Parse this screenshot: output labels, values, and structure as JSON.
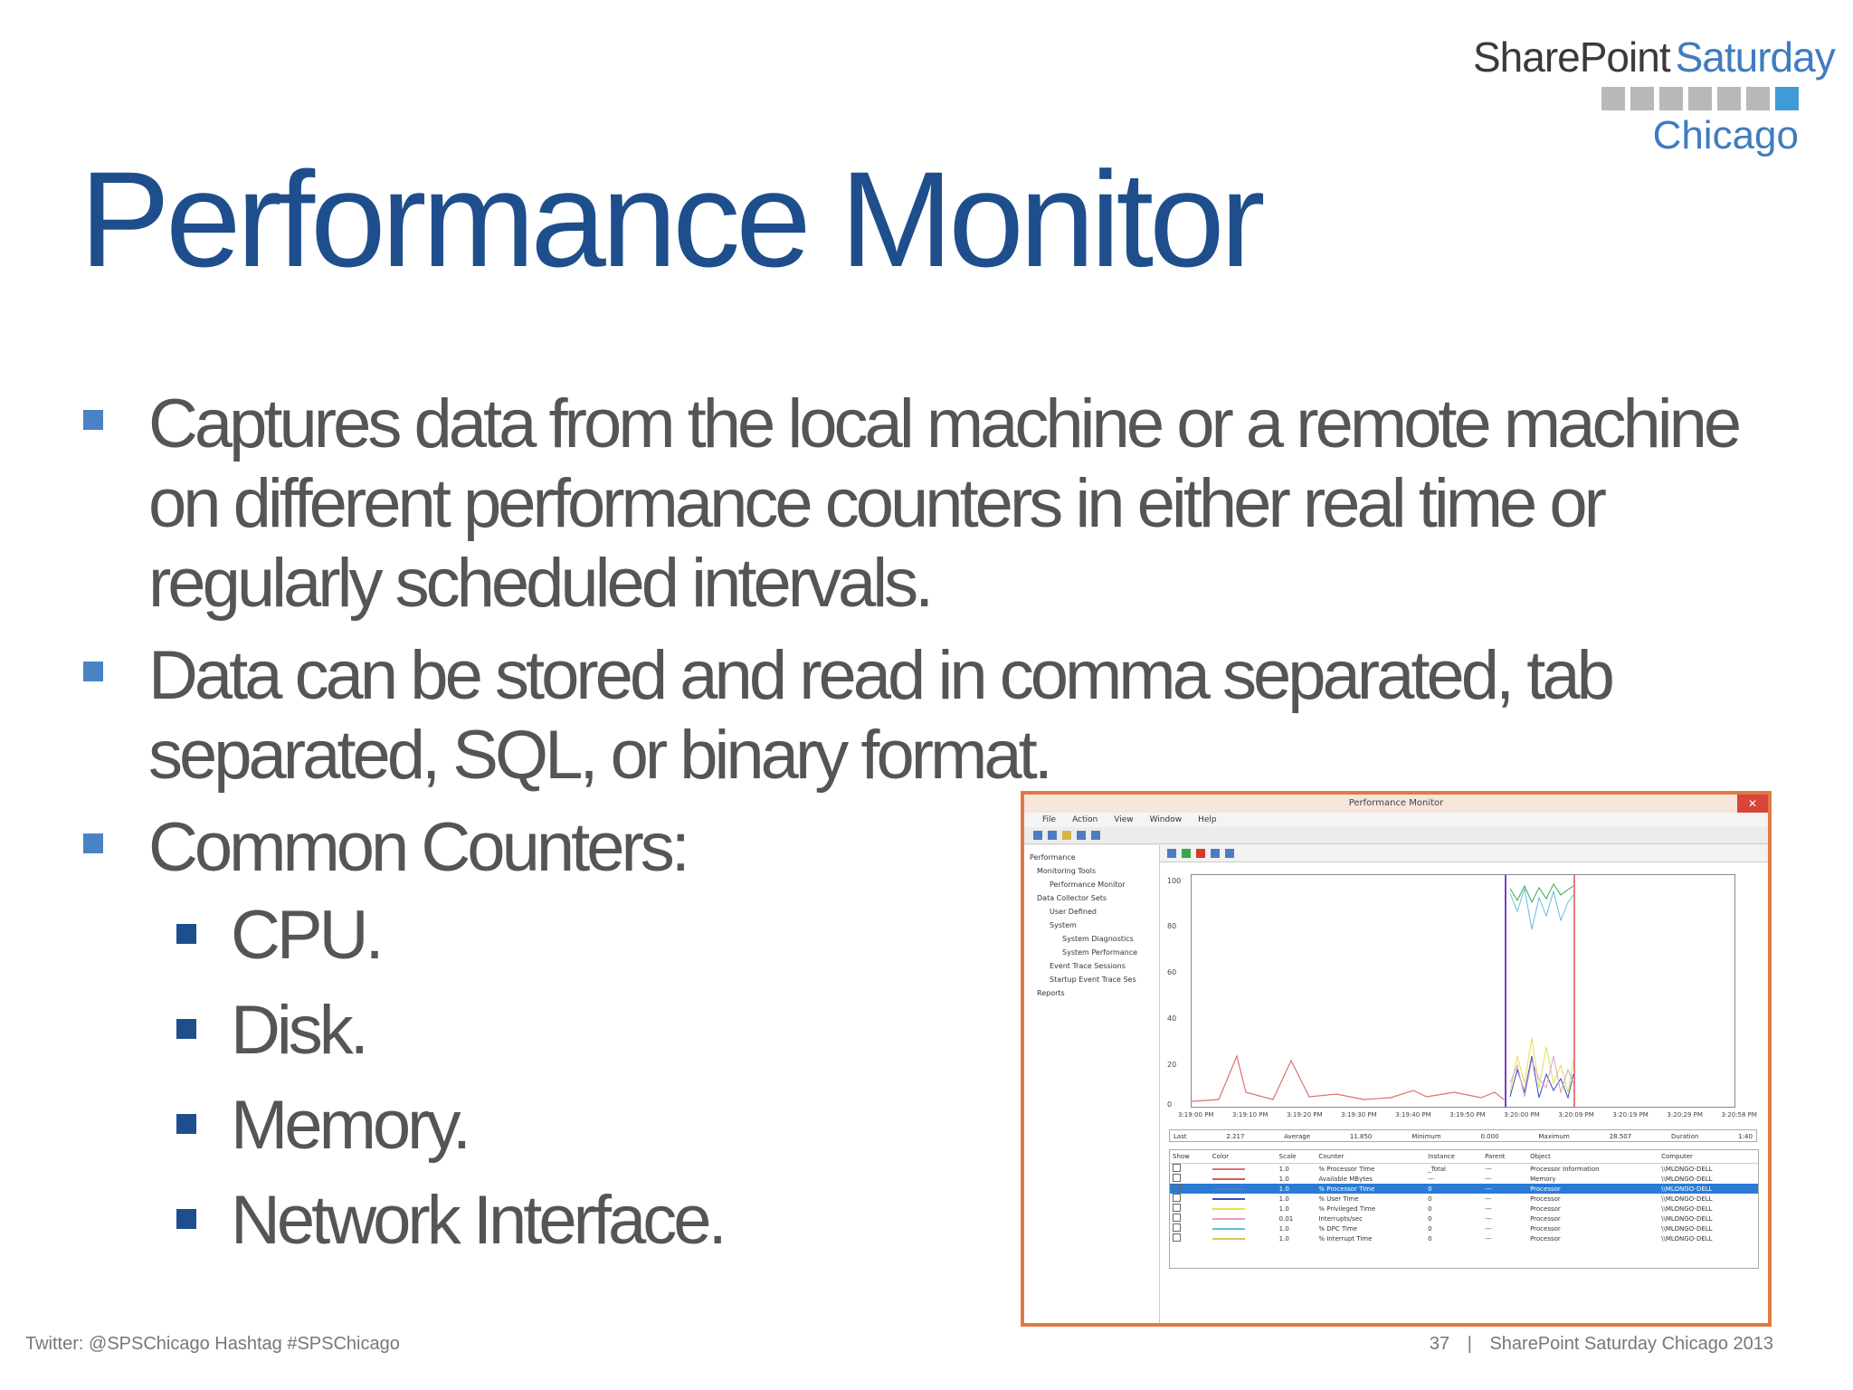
{
  "logo": {
    "line1_a": "SharePoint",
    "line1_b": "Saturday",
    "line2": "Chicago",
    "colors": {
      "gray": "#b8b8b8",
      "blue": "#3f9bd6",
      "text_blue": "#3f7cc0"
    }
  },
  "title": "Performance Monitor",
  "bullets": [
    {
      "level": 1,
      "text": "Captures data from the local machine or a remote machine on different performance counters in either real time or regularly scheduled intervals."
    },
    {
      "level": 1,
      "text": "Data can be stored and read in comma separated, tab separated, SQL, or binary format."
    },
    {
      "level": 1,
      "text": "Common Counters:"
    },
    {
      "level": 2,
      "text": "CPU."
    },
    {
      "level": 2,
      "text": "Disk."
    },
    {
      "level": 2,
      "text": "Memory."
    },
    {
      "level": 2,
      "text": "Network Interface."
    }
  ],
  "screenshot": {
    "window_title": "Performance Monitor",
    "menu": [
      "File",
      "Action",
      "View",
      "Window",
      "Help"
    ],
    "tree": [
      "Performance",
      "Monitoring Tools",
      "Performance Monitor",
      "Data Collector Sets",
      "User Defined",
      "System",
      "System Diagnostics",
      "System Performance",
      "Event Trace Sessions",
      "Startup Event Trace Ses",
      "Reports"
    ],
    "y_ticks": [
      "100",
      "80",
      "60",
      "40",
      "20",
      "0"
    ],
    "x_ticks": [
      "3:19:00 PM",
      "3:19:10 PM",
      "3:19:20 PM",
      "3:19:30 PM",
      "3:19:40 PM",
      "3:19:50 PM",
      "3:20:00 PM",
      "3:20:09 PM",
      "3:20:19 PM",
      "3:20:29 PM",
      "3:20:58 PM"
    ],
    "stats": {
      "last_label": "Last",
      "last": "2.217",
      "avg_label": "Average",
      "avg": "11.850",
      "min_label": "Minimum",
      "min": "0.000",
      "max_label": "Maximum",
      "max": "28.507",
      "dur_label": "Duration",
      "dur": "1:40"
    },
    "columns": [
      "Show",
      "Color",
      "Scale",
      "Counter",
      "Instance",
      "Parent",
      "Object",
      "Computer"
    ],
    "rows": [
      {
        "color": "#e07070",
        "scale": "1.0",
        "counter": "% Processor Time",
        "instance": "_Total",
        "parent": "---",
        "object": "Processor Information",
        "computer": "\\\\MLONGO-DELL",
        "selected": false
      },
      {
        "color": "#c86060",
        "scale": "1.0",
        "counter": "Available MBytes",
        "instance": "---",
        "parent": "---",
        "object": "Memory",
        "computer": "\\\\MLONGO-DELL",
        "selected": false
      },
      {
        "color": "#4d7dbf",
        "scale": "1.0",
        "counter": "% Processor Time",
        "instance": "0",
        "parent": "---",
        "object": "Processor",
        "computer": "\\\\MLONGO-DELL",
        "selected": true
      },
      {
        "color": "#3050c0",
        "scale": "1.0",
        "counter": "% User Time",
        "instance": "0",
        "parent": "---",
        "object": "Processor",
        "computer": "\\\\MLONGO-DELL",
        "selected": false
      },
      {
        "color": "#e0e050",
        "scale": "1.0",
        "counter": "% Privileged Time",
        "instance": "0",
        "parent": "---",
        "object": "Processor",
        "computer": "\\\\MLONGO-DELL",
        "selected": false
      },
      {
        "color": "#e0a0c0",
        "scale": "0.01",
        "counter": "Interrupts/sec",
        "instance": "0",
        "parent": "---",
        "object": "Processor",
        "computer": "\\\\MLONGO-DELL",
        "selected": false
      },
      {
        "color": "#60c0e0",
        "scale": "1.0",
        "counter": "% DPC Time",
        "instance": "0",
        "parent": "---",
        "object": "Processor",
        "computer": "\\\\MLONGO-DELL",
        "selected": false
      },
      {
        "color": "#e0c060",
        "scale": "1.0",
        "counter": "% Interrupt Time",
        "instance": "0",
        "parent": "---",
        "object": "Processor",
        "computer": "\\\\MLONGO-DELL",
        "selected": false
      }
    ]
  },
  "footer": {
    "left": "Twitter: @SPSChicago Hashtag #SPSChicago",
    "page": "37",
    "separator": "|",
    "right": "SharePoint Saturday Chicago 2013"
  }
}
